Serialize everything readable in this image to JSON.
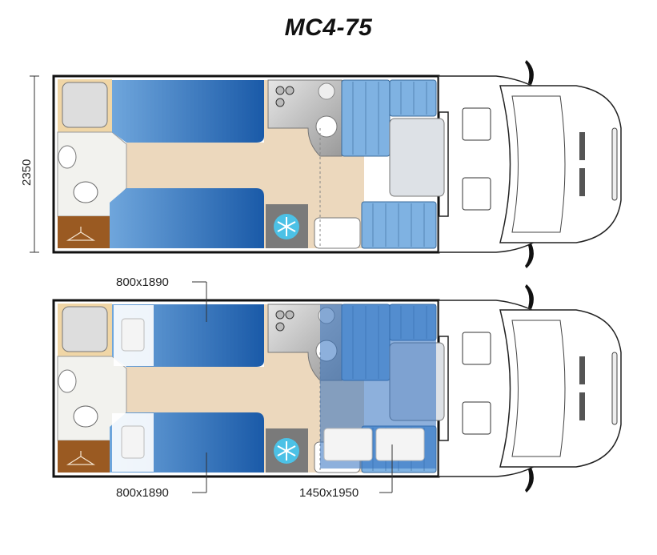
{
  "title": "MC4-75",
  "dimension_width": "2350",
  "layouts": [
    {
      "name": "day-layout"
    },
    {
      "name": "night-layout",
      "labels": {
        "upper_bed": "800x1890",
        "lower_bed": "800x1890",
        "dinette_bed": "1450x1950"
      }
    }
  ],
  "colors": {
    "bed_blue": "#1f5fae",
    "seat_blue": "#7fb2e2",
    "floor": "#ecd8bd",
    "wardrobe": "#9a5a22",
    "fridge_icon": "#4cc1e6"
  }
}
